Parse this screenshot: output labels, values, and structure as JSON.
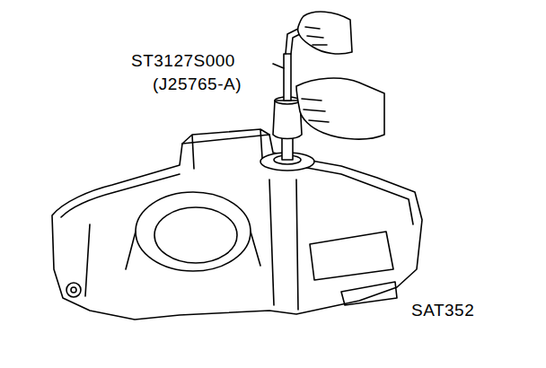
{
  "diagram": {
    "labels": [
      "ST3127S000",
      "(J25765-A)",
      "SAT352"
    ]
  }
}
